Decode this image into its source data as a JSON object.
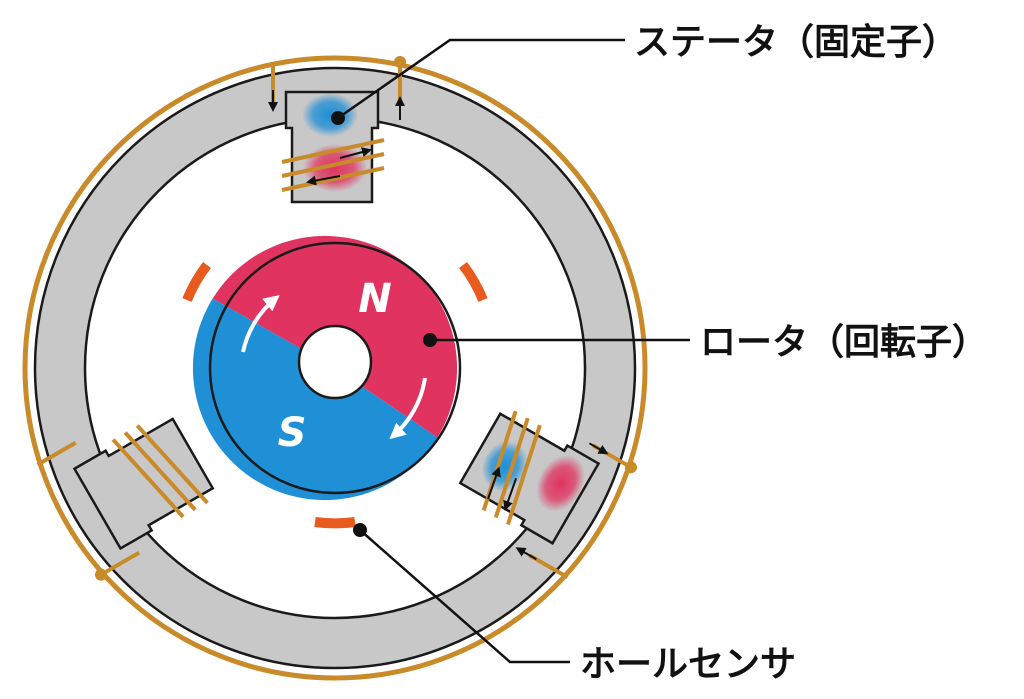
{
  "labels": {
    "stator": "ステータ（固定子）",
    "rotor": "ロータ（回転子）",
    "hall_sensor": "ホールセンサ"
  },
  "rotor_poles": {
    "north": "N",
    "south": "S"
  },
  "colors": {
    "stator_fill": "#c8c8c9",
    "copper_wire": "#c98a2a",
    "north_pole": "#e0335f",
    "south_pole": "#1f8fd6",
    "hall_sensor": "#e85a1e",
    "outline": "#1a1a1a",
    "leader_line": "#111111",
    "rotation_arrow": "#ffffff"
  }
}
